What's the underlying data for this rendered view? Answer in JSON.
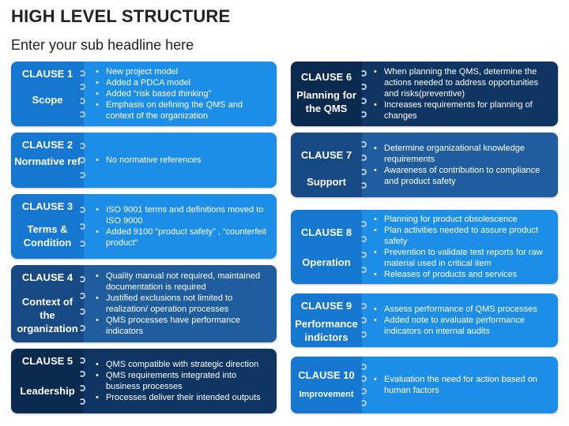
{
  "page": {
    "title": "HIGH LEVEL STRUCTURE",
    "subtitle": "Enter your sub headline here"
  },
  "colors": {
    "light": "#1d8ee8",
    "mid": "#1f5d9f",
    "dark": "#0f3563",
    "ring": "#b9c9d9"
  },
  "clauses": [
    {
      "num": "CLAUSE 1",
      "name": "Scope",
      "bullets": [
        "New project model",
        "Added a PDCA model",
        "Added “risk based thinking”",
        "Emphasis on defining the QMS and context of the organization"
      ]
    },
    {
      "num": "CLAUSE 2",
      "name": "Normative ref",
      "bullets": [
        "No normative references"
      ]
    },
    {
      "num": "CLAUSE 3",
      "name": "Terms & Condition",
      "bullets": [
        "ISO 9001 terms and definitions moved to ISO 9000",
        "Added 9100 “product safety” , “counterfeit product”"
      ]
    },
    {
      "num": "CLAUSE 4",
      "name": "Context of the organization",
      "bullets": [
        "Quality manual not required, maintained documentation is required",
        "Justified exclusions not limited to realization/ operation processes",
        "QMS processes have performance indicators"
      ]
    },
    {
      "num": "CLAUSE 5",
      "name": "Leadership",
      "bullets": [
        "QMS compatible with strategic direction",
        "QMS requirements integrated into business processes",
        "Processes deliver their intended outputs"
      ]
    },
    {
      "num": "CLAUSE 6",
      "name": "Planning for the QMS",
      "bullets": [
        "When planning the QMS, determine the actions needed to address opportunities and risks(preventive)",
        "Increases requirements for planning of changes"
      ]
    },
    {
      "num": "CLAUSE 7",
      "name": "Support",
      "bullets": [
        "Determine organizational knowledge requirements",
        "Awareness of contribution to compliance and product safety"
      ]
    },
    {
      "num": "CLAUSE 8",
      "name": "Operation",
      "bullets": [
        "Planning for product obsolescence",
        "Plan activities needed to assure product safety",
        "Prevention to validate test reports for raw material used in critical item",
        "Releases of products and services"
      ]
    },
    {
      "num": "CLAUSE 9",
      "name": "Performance indictors",
      "bullets": [
        "Assess performance of QMS processes",
        "Added note to evaluate performance indicators on internal audits"
      ]
    },
    {
      "num": "CLAUSE 10",
      "name": "Improvement",
      "bullets": [
        "Evaluation the need for action based on human factors"
      ]
    }
  ]
}
